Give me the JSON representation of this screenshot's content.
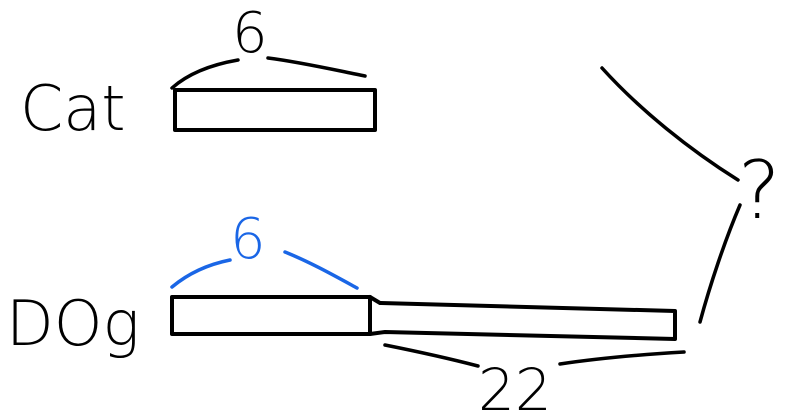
{
  "rows": [
    {
      "label": "Cat",
      "segments": [
        {
          "value": "6"
        }
      ]
    },
    {
      "label": "DOg",
      "segments": [
        {
          "value": "6"
        },
        {
          "value": "22"
        }
      ]
    }
  ],
  "total": {
    "value": "?"
  },
  "colors": {
    "ink": "#000000",
    "highlight": "#1a66e6"
  }
}
